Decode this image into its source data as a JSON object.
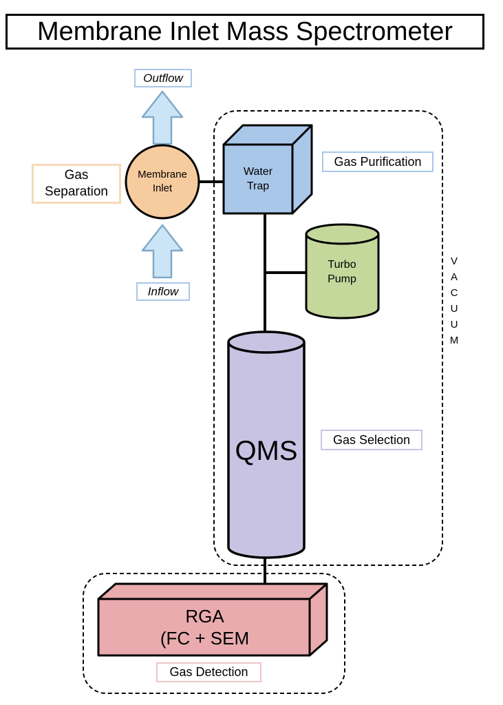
{
  "title": "Membrane Inlet Mass Spectrometer",
  "flow": {
    "outflow": "Outflow",
    "inflow": "Inflow"
  },
  "stages": {
    "gas_separation": "Gas\nSeparation",
    "gas_purification": "Gas Purification",
    "gas_selection": "Gas Selection",
    "gas_detection": "Gas Detection",
    "vacuum": "V\nA\nC\nU\nU\nM"
  },
  "components": {
    "membrane_inlet": "Membrane\nInlet",
    "water_trap": "Water\nTrap",
    "turbo_pump": "Turbo\nPump",
    "qms": "QMS",
    "rga": "RGA\n(FC + SEM"
  },
  "colors": {
    "outline": "#000000",
    "arrow_fill": "#cce5f6",
    "arrow_stroke": "#7fa9c9",
    "flow_label_border": "#a9c7e9",
    "membrane_inlet_fill": "#f6cb9e",
    "gas_separation_border": "#f7d9b8",
    "water_trap_fill": "#a9c7e9",
    "gas_purification_border": "#a9c7e9",
    "turbo_pump_fill": "#c4d89c",
    "qms_fill": "#c9c3e3",
    "gas_selection_border": "#cac4e4",
    "rga_fill": "#e9abae",
    "gas_detection_border": "#efc4c6"
  }
}
